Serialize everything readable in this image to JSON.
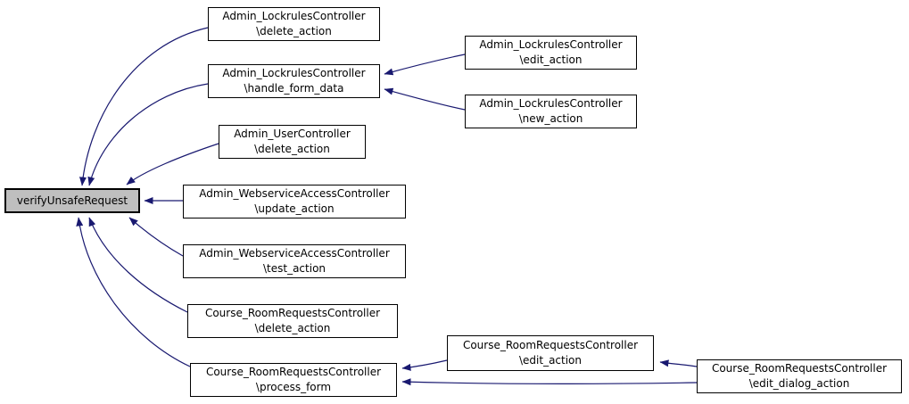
{
  "diagram": {
    "kind": "caller-graph",
    "colors": {
      "edge": "#191970",
      "node_fill": "#ffffff",
      "node_border": "#000000",
      "highlight_node_fill": "#bfbfbf"
    }
  },
  "nodes": {
    "verify": {
      "label": "verifyUnsafeRequest"
    },
    "lockrules_delete": {
      "line1": "Admin_LockrulesController",
      "line2": "\\delete_action"
    },
    "lockrules_handle": {
      "line1": "Admin_LockrulesController",
      "line2": "\\handle_form_data"
    },
    "lockrules_edit": {
      "line1": "Admin_LockrulesController",
      "line2": "\\edit_action"
    },
    "lockrules_new": {
      "line1": "Admin_LockrulesController",
      "line2": "\\new_action"
    },
    "user_delete": {
      "line1": "Admin_UserController",
      "line2": "\\delete_action"
    },
    "ws_update": {
      "line1": "Admin_WebserviceAccessController",
      "line2": "\\update_action"
    },
    "ws_test": {
      "line1": "Admin_WebserviceAccessController",
      "line2": "\\test_action"
    },
    "course_delete": {
      "line1": "Course_RoomRequestsController",
      "line2": "\\delete_action"
    },
    "course_process": {
      "line1": "Course_RoomRequestsController",
      "line2": "\\process_form"
    },
    "course_edit": {
      "line1": "Course_RoomRequestsController",
      "line2": "\\edit_action"
    },
    "course_edit_dialog": {
      "line1": "Course_RoomRequestsController",
      "line2": "\\edit_dialog_action"
    }
  },
  "edges": [
    {
      "from": "lockrules_delete",
      "to": "verify"
    },
    {
      "from": "lockrules_handle",
      "to": "verify"
    },
    {
      "from": "user_delete",
      "to": "verify"
    },
    {
      "from": "ws_update",
      "to": "verify"
    },
    {
      "from": "ws_test",
      "to": "verify"
    },
    {
      "from": "course_delete",
      "to": "verify"
    },
    {
      "from": "course_process",
      "to": "verify"
    },
    {
      "from": "lockrules_edit",
      "to": "lockrules_handle"
    },
    {
      "from": "lockrules_new",
      "to": "lockrules_handle"
    },
    {
      "from": "course_edit",
      "to": "course_process"
    },
    {
      "from": "course_edit_dialog",
      "to": "course_process"
    },
    {
      "from": "course_edit_dialog",
      "to": "course_edit"
    }
  ]
}
